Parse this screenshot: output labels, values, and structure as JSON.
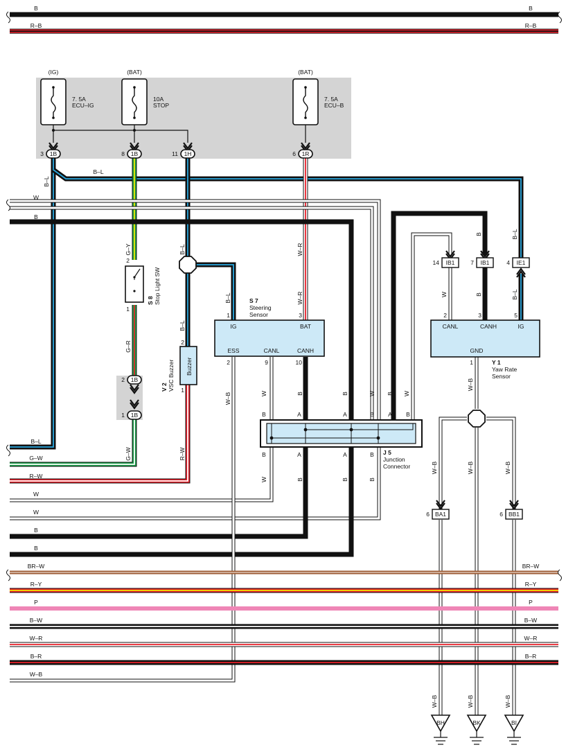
{
  "colors": {
    "B": "#111111",
    "R": "#e8202a",
    "W": "#ffffff",
    "L": "#2aa8e0",
    "G": "#1aa04a",
    "Y": "#f2e600",
    "BR": "#9c5a32",
    "P": "#ef86b6",
    "panel": "#d4d4d4",
    "module": "#cde9f7"
  },
  "fuses": [
    {
      "source": "(IG)",
      "amps": "7. 5A",
      "name": "ECU–IG"
    },
    {
      "source": "(BAT)",
      "amps": "10A",
      "name": "STOP"
    },
    {
      "source": "(BAT)",
      "amps": "7. 5A",
      "name": "ECU–B"
    }
  ],
  "connectors": {
    "c1": {
      "pin": "3",
      "id": "1B"
    },
    "c2": {
      "pin": "8",
      "id": "1B"
    },
    "c3": {
      "pin": "11",
      "id": "1H"
    },
    "c4": {
      "pin": "6",
      "id": "1R"
    },
    "c5": {
      "pin": "2",
      "id": "1B"
    },
    "c6": {
      "pin": "1",
      "id": "1B"
    },
    "ib1a": {
      "pin": "14",
      "id": "IB1"
    },
    "ib1b": {
      "pin": "7",
      "id": "IB1"
    },
    "ie1": {
      "pin": "4",
      "id": "IE1"
    },
    "ba1": {
      "pin": "6",
      "id": "BA1"
    },
    "bb1": {
      "pin": "6",
      "id": "BB1"
    }
  },
  "components": {
    "s8": {
      "code": "S 8",
      "name": "Stop Light SW",
      "pin_top": "2",
      "pin_bottom": "1"
    },
    "v2": {
      "code": "V 2",
      "name": "VSC Buzzer",
      "label": "Buzzer",
      "pin_top": "2",
      "pin_bottom": "1"
    },
    "s7": {
      "code": "S 7",
      "name1": "Steering",
      "name2": "Sensor",
      "pins": {
        "ig": "1",
        "bat": "3",
        "ess": "2",
        "canl": "9",
        "canh": "10"
      },
      "labels": {
        "ig": "IG",
        "bat": "BAT",
        "ess": "ESS",
        "canl": "CANL",
        "canh": "CANH"
      }
    },
    "j5": {
      "code": "J 5",
      "name1": "Junction",
      "name2": "Connector"
    },
    "y1": {
      "code": "Y 1",
      "name1": "Yaw Rate",
      "name2": "Sensor",
      "pins": {
        "canl": "2",
        "canh": "3",
        "ig": "5",
        "gnd": "1"
      },
      "labels": {
        "canl": "CANL",
        "canh": "CANH",
        "ig": "IG",
        "gnd": "GND"
      }
    }
  },
  "grounds": [
    "BH",
    "BK",
    "BI"
  ],
  "bus_top": [
    {
      "label": "B"
    },
    {
      "label": "R–B"
    }
  ],
  "bus_bottom": [
    {
      "label": "BR–W"
    },
    {
      "label": "R–Y"
    },
    {
      "label": "P"
    },
    {
      "label": "B–W"
    },
    {
      "label": "W–R"
    },
    {
      "label": "B–R"
    },
    {
      "label": "W–B"
    }
  ],
  "wire_labels": {
    "bl": "B–L",
    "w": "W",
    "b": "B",
    "gy": "G–Y",
    "gr": "G–R",
    "gw": "G–W",
    "wr": "W–R",
    "rw": "R–W",
    "wb": "W–B",
    "a": "A",
    "rb": "R–B"
  }
}
